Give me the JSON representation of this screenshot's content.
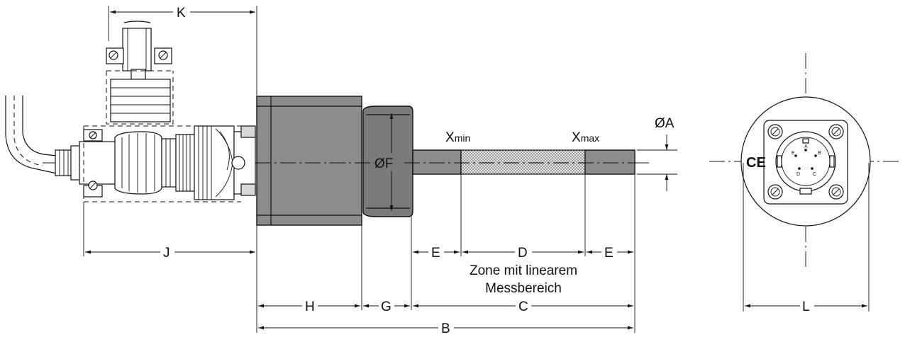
{
  "dimensions": {
    "K": "K",
    "J": "J",
    "H": "H",
    "G": "G",
    "C": "C",
    "B": "B",
    "E1": "E",
    "D": "D",
    "E2": "E",
    "F": "ØF",
    "A": "ØA",
    "L": "L"
  },
  "markers": {
    "xmin_base": "X",
    "xmin_sub": "min",
    "xmax_base": "X",
    "xmax_sub": "max"
  },
  "zone_label": {
    "line1": "Zone mit linearem",
    "line2": "Messbereich"
  },
  "connector_pins": [
    "A",
    "B",
    "C",
    "D",
    "E"
  ],
  "ce_mark": "CE"
}
